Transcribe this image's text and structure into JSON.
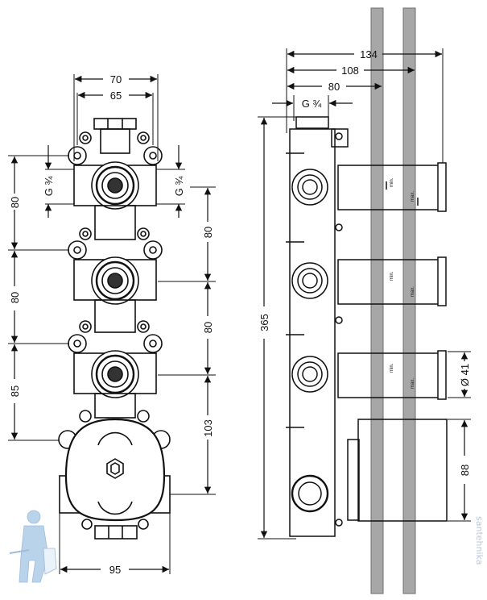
{
  "diagram": {
    "subject": "Concealed thermostatic mixer valve body with three stop valves — installation dimensions (mm)",
    "front_view": {
      "top_dims": [
        {
          "id": "width_outer",
          "label": "70"
        },
        {
          "id": "width_inner",
          "label": "65"
        }
      ],
      "thread_labels": [
        "G ¾",
        "G ¾"
      ],
      "left_dims": [
        "80",
        "80",
        "85"
      ],
      "right_dims": [
        "80",
        "80",
        "103"
      ],
      "bottom_dim": "95"
    },
    "side_view": {
      "top_dims": [
        "134",
        "108",
        "80"
      ],
      "thread_label": "G ¾",
      "height_dim": "365",
      "pipe_dim": "Ø 41",
      "box_dim": "88",
      "min_label": "min.",
      "max_label": "max.",
      "valve_count": 3
    }
  },
  "watermark": {
    "text": "santehnika"
  },
  "colors": {
    "line": "#111111",
    "wall_bar": "#a7a7a7",
    "wall_bar_edge": "#6d6d6d",
    "mascot": "#b9d3ea"
  }
}
